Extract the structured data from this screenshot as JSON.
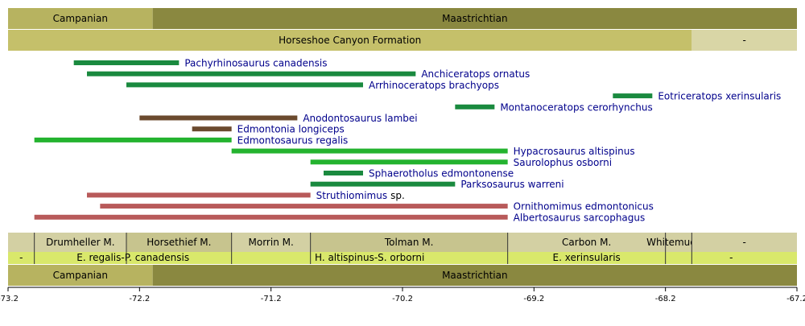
{
  "chart_data": {
    "type": "timeline",
    "x_axis": {
      "range": [
        -73.2,
        -67.2
      ],
      "ticks": [
        -73.2,
        -72.2,
        -71.2,
        -70.2,
        -69.2,
        -68.2,
        -67.2
      ],
      "tick_labels": [
        "-73.2",
        "-72.2",
        "-71.2",
        "-70.2",
        "-69.2",
        "-68.2",
        "-67.2"
      ]
    },
    "stages": [
      {
        "name": "Campanian",
        "start": -73.2,
        "end": -72.1,
        "color": "#b7b360"
      },
      {
        "name": "Maastrichtian",
        "start": -72.1,
        "end": -67.2,
        "color": "#8a8840"
      }
    ],
    "formations": [
      {
        "name": "Horseshoe Canyon Formation",
        "start": -73.2,
        "end": -68.0,
        "color": "#c5c06a"
      },
      {
        "name": "-",
        "start": -68.0,
        "end": -67.2,
        "color": "#d9d6a6"
      }
    ],
    "taxa": [
      {
        "name": "Pachyrhinosaurus canadensis",
        "start": -72.7,
        "end": -71.9,
        "color": "#1a8a3f"
      },
      {
        "name": "Anchiceratops ornatus",
        "start": -72.6,
        "end": -70.1,
        "color": "#1a8a3f"
      },
      {
        "name": "Arrhinoceratops brachyops",
        "start": -72.3,
        "end": -70.5,
        "color": "#1a8a3f"
      },
      {
        "name": "Eotriceratops xerinsularis",
        "start": -68.6,
        "end": -68.3,
        "color": "#1a8a3f"
      },
      {
        "name": "Montanoceratops cerorhynchus",
        "start": -69.8,
        "end": -69.5,
        "color": "#1a8a3f"
      },
      {
        "name": "Anodontosaurus lambei",
        "start": -72.2,
        "end": -71.0,
        "color": "#6b4a2e"
      },
      {
        "name": "Edmontonia longiceps",
        "start": -71.8,
        "end": -71.5,
        "color": "#6b4a2e"
      },
      {
        "name": "Edmontosaurus regalis",
        "start": -73.0,
        "end": -71.5,
        "color": "#24b32f"
      },
      {
        "name": "Hypacrosaurus altispinus",
        "start": -71.5,
        "end": -69.4,
        "color": "#24b32f"
      },
      {
        "name": "Saurolophus osborni",
        "start": -70.9,
        "end": -69.4,
        "color": "#24b32f"
      },
      {
        "name": "Sphaerotholus edmontonense",
        "start": -70.8,
        "end": -70.5,
        "color": "#1a8a3f"
      },
      {
        "name": "Parksosaurus warreni",
        "start": -70.9,
        "end": -69.8,
        "color": "#1a8a3f"
      },
      {
        "name": "Struthiomimus",
        "suffix": "sp.",
        "start": -72.6,
        "end": -70.9,
        "color": "#b85a5a"
      },
      {
        "name": "Ornithomimus edmontonicus",
        "start": -72.5,
        "end": -69.4,
        "color": "#b85a5a"
      },
      {
        "name": "Albertosaurus sarcophagus",
        "start": -73.0,
        "end": -69.4,
        "color": "#b85a5a"
      }
    ],
    "members": [
      {
        "name": "",
        "start": -73.2,
        "end": -73.0
      },
      {
        "name": "Drumheller M.",
        "start": -73.0,
        "end": -72.3
      },
      {
        "name": "Horsethief M.",
        "start": -72.3,
        "end": -71.5
      },
      {
        "name": "Morrin M.",
        "start": -71.5,
        "end": -70.9
      },
      {
        "name": "Tolman M.",
        "start": -70.9,
        "end": -69.4
      },
      {
        "name": "Carbon M.",
        "start": -69.4,
        "end": -68.2
      },
      {
        "name": "Whitemud M.",
        "start": -68.2,
        "end": -68.0
      },
      {
        "name": "-",
        "start": -68.0,
        "end": -67.2
      }
    ],
    "zones": [
      {
        "name": "-",
        "start": -73.2,
        "end": -73.0
      },
      {
        "name": "E. regalis-P. canadensis",
        "start": -73.0,
        "end": -71.5
      },
      {
        "name": "H. altispinus-S. orborni",
        "start": -71.5,
        "end": -69.4
      },
      {
        "name": "E. xerinsularis",
        "start": -69.4,
        "end": -68.2
      },
      {
        "name": "-",
        "start": -68.2,
        "end": -67.2
      }
    ],
    "colors": {
      "label_text": "#00008b",
      "member_band": "#d3d0a3",
      "zone_band": "#d9e86b",
      "divider": "#333333"
    }
  }
}
